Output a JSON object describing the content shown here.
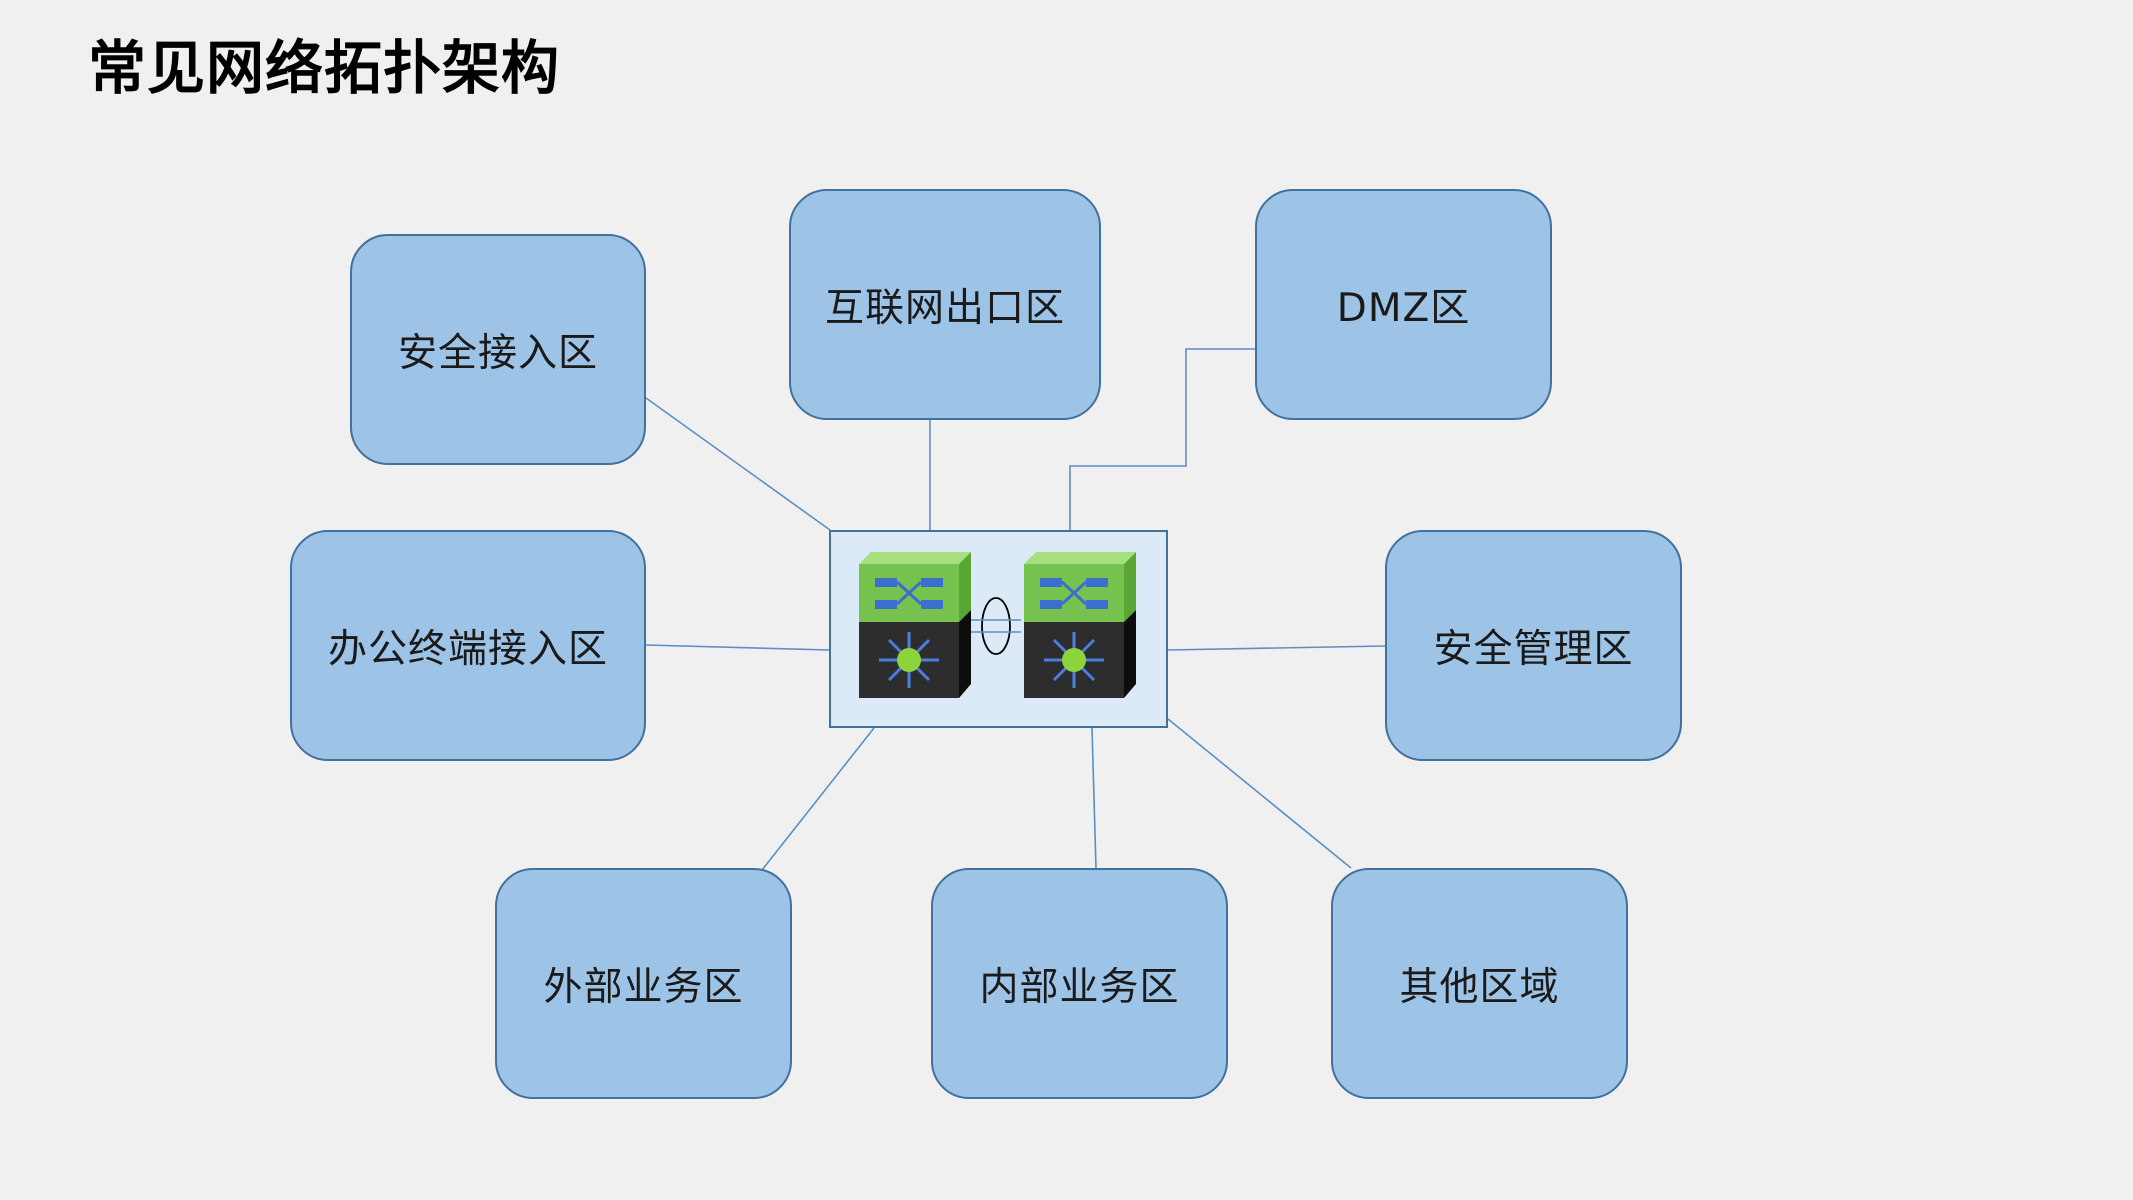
{
  "title": "常见网络拓扑架构",
  "zones": {
    "secure_access": "安全接入区",
    "internet_exit": "互联网出口区",
    "dmz": "DMZ区",
    "office_terminal": "办公终端接入区",
    "security_mgmt": "安全管理区",
    "external_business": "外部业务区",
    "internal_business": "内部业务区",
    "other": "其他区域"
  },
  "colors": {
    "background": "#f0f0f0",
    "zone_fill": "#9dc3e6",
    "zone_border": "#41719c",
    "core_fill": "#dce9f6",
    "link": "#5b8ec4",
    "switch_top": "#6fbe4a",
    "switch_body": "#2b2b2b",
    "port_icon": "#3a6fd0"
  },
  "icons": {
    "core_switch": "layer3-switch-icon"
  }
}
